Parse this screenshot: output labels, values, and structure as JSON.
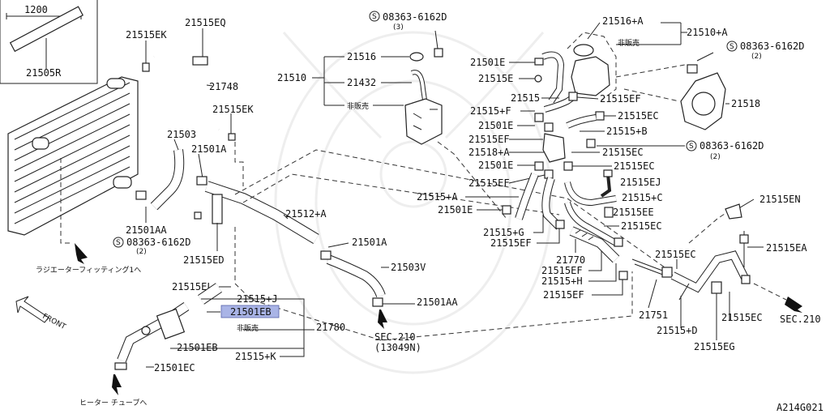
{
  "labels": {
    "l1200": "1200",
    "l21505R": "21505R",
    "l21515EK_a": "21515EK",
    "l21515EQ": "21515EQ",
    "l21748": "21748",
    "l21515EK_b": "21515EK",
    "l21503": "21503",
    "l21501A_a": "21501A",
    "l21501AA_a": "21501AA",
    "l08363_a": "08363-6162D",
    "l08363_a_q": "(2)",
    "l21515ED": "21515ED",
    "lRadiator": "ラジエーターフィッティング1へ",
    "l21515EL": "21515EL",
    "lFront": "FRONT",
    "l21515J": "21515+J",
    "l21501EB_hl": "21501EB",
    "lHihanbai_a": "非販売",
    "l21501EB": "21501EB",
    "l21515K": "21515+K",
    "l21501EC": "21501EC",
    "lHeater": "ヒーター チューブへ",
    "l21780": "21780",
    "l21512A": "21512+A",
    "l21501A_b": "21501A",
    "l21503V": "21503V",
    "l21501AA_b": "21501AA",
    "lSec210a": "SEC.210",
    "lSec210a_sub": "(13049N)",
    "l08363_b": "08363-6162D",
    "l08363_b_q": "(3)",
    "l21510": "21510",
    "l21516": "21516",
    "l21432": "21432",
    "lHihanbai_b": "非販売",
    "l21516A": "21516+A",
    "l21510A": "21510+A",
    "lHihanbai_c": "非販売",
    "l08363_c": "08363-6162D",
    "l08363_c_q": "(2)",
    "l21501E_a": "21501E",
    "l21515E": "21515E",
    "l21515": "21515",
    "l21515F": "21515+F",
    "l21501E_b": "21501E",
    "l21515EF_a": "21515EF",
    "l21518A": "21518+A",
    "l21501E_c": "21501E",
    "l21515EF_b": "21515EF",
    "l21515A": "21515+A",
    "l21501E_d": "21501E",
    "l21515G": "21515+G",
    "l21515EF_c": "21515EF",
    "l21515EF_top": "21515EF",
    "l21515EC_a": "21515EC",
    "l21515B": "21515+B",
    "l21518": "21518",
    "l08363_d": "08363-6162D",
    "l08363_d_q": "(2)",
    "l21515EC_b": "21515EC",
    "l21515EC_c": "21515EC",
    "l21515EJ": "21515EJ",
    "l21515C": "21515+C",
    "l21515EE": "21515EE",
    "l21515EC_d": "21515EC",
    "l21515EN": "21515EN",
    "l21770": "21770",
    "l21515EF_d": "21515EF",
    "l21515H": "21515+H",
    "l21515EF_e": "21515EF",
    "l21515EC_e": "21515EC",
    "l21515EA": "21515EA",
    "l21751": "21751",
    "l21515D": "21515+D",
    "l21515EC_f": "21515EC",
    "l21515EG": "21515EG",
    "lSec210b": "SEC.210",
    "lDiagramId": "A214G021",
    "lS": "S"
  }
}
